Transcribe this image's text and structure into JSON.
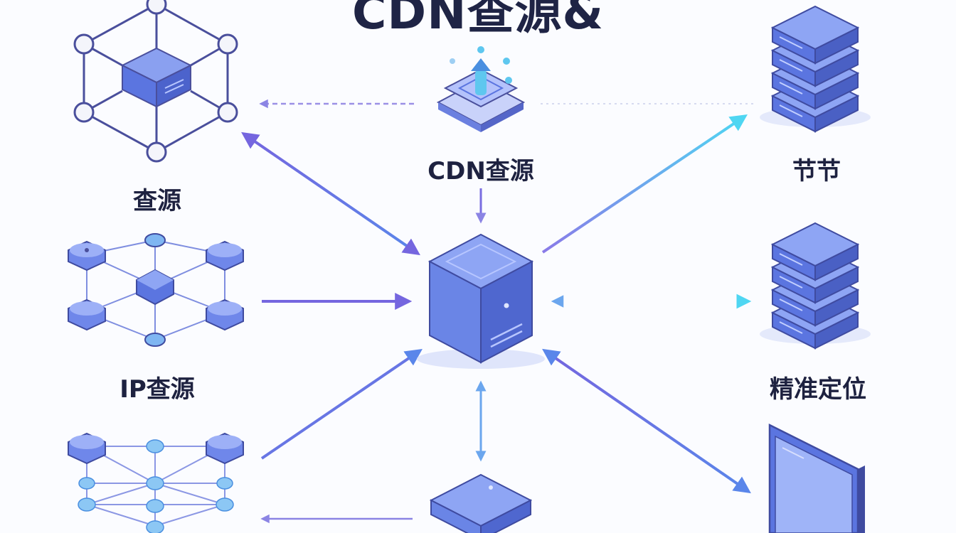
{
  "title": "CDN查源&",
  "labels": {
    "top_left": "查源",
    "top_center": "CDN查源",
    "top_right": "节节",
    "middle_left": "IP查源",
    "middle_right": "精准定位"
  },
  "colors": {
    "node_fill": "#5b75e0",
    "node_top": "#7f97f0",
    "edge_purple": "#7c6be0",
    "edge_cyan": "#4fd0f0",
    "text": "#1e2240"
  }
}
